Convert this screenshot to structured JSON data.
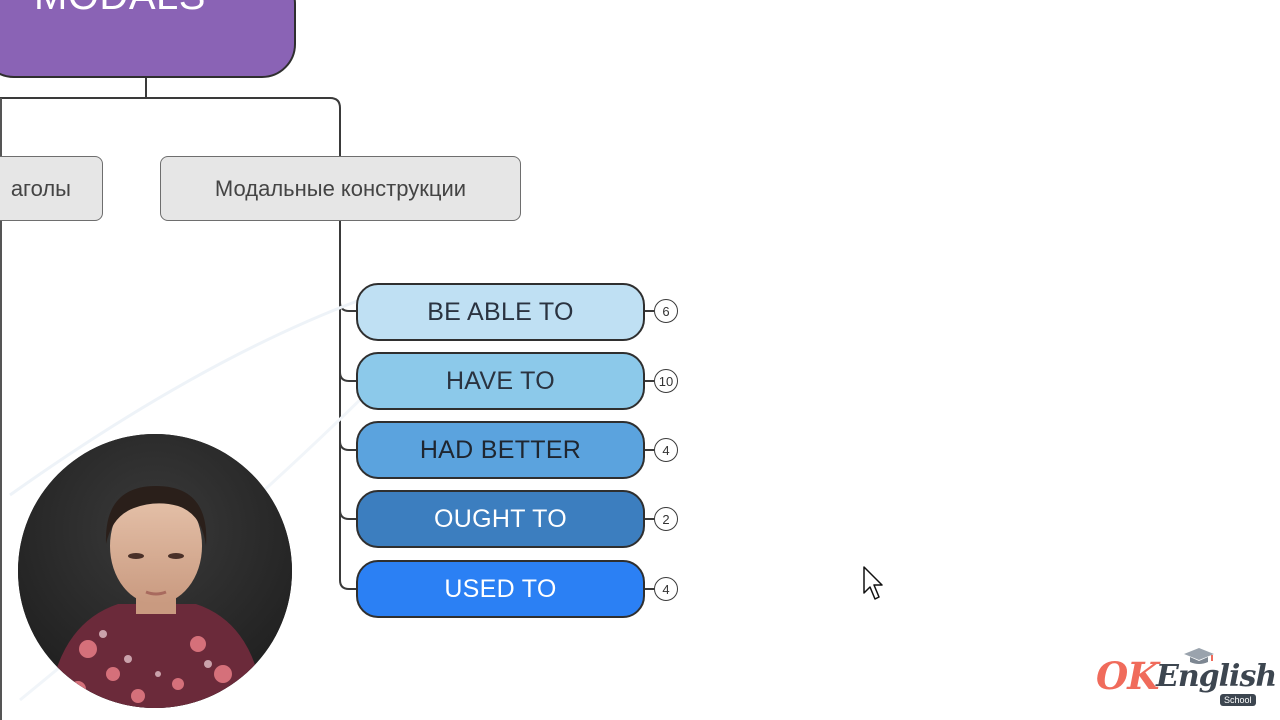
{
  "mindmap": {
    "root_label": "MODALS",
    "sibling_label": "аголы",
    "parent_label": "Модальные конструкции",
    "items": [
      {
        "label": "BE ABLE TO",
        "count": "6",
        "color": "#bfe0f3",
        "text_color": "#2a3340"
      },
      {
        "label": "HAVE TO",
        "count": "10",
        "color": "#8cc9ea",
        "text_color": "#2a3340"
      },
      {
        "label": "HAD BETTER",
        "count": "4",
        "color": "#5ba3de",
        "text_color": "#1f2630"
      },
      {
        "label": "OUGHT TO",
        "count": "2",
        "color": "#3c7ebf",
        "text_color": "#ffffff"
      },
      {
        "label": "USED TO",
        "count": "4",
        "color": "#2b80f4",
        "text_color": "#ffffff"
      }
    ]
  },
  "logo": {
    "ok": "OK",
    "english": "English",
    "school": "School"
  },
  "colors": {
    "root_fill": "#8a63b5",
    "node_fill": "#e6e6e6",
    "logo_red": "#f06b5b",
    "logo_dark": "#3d4650"
  }
}
